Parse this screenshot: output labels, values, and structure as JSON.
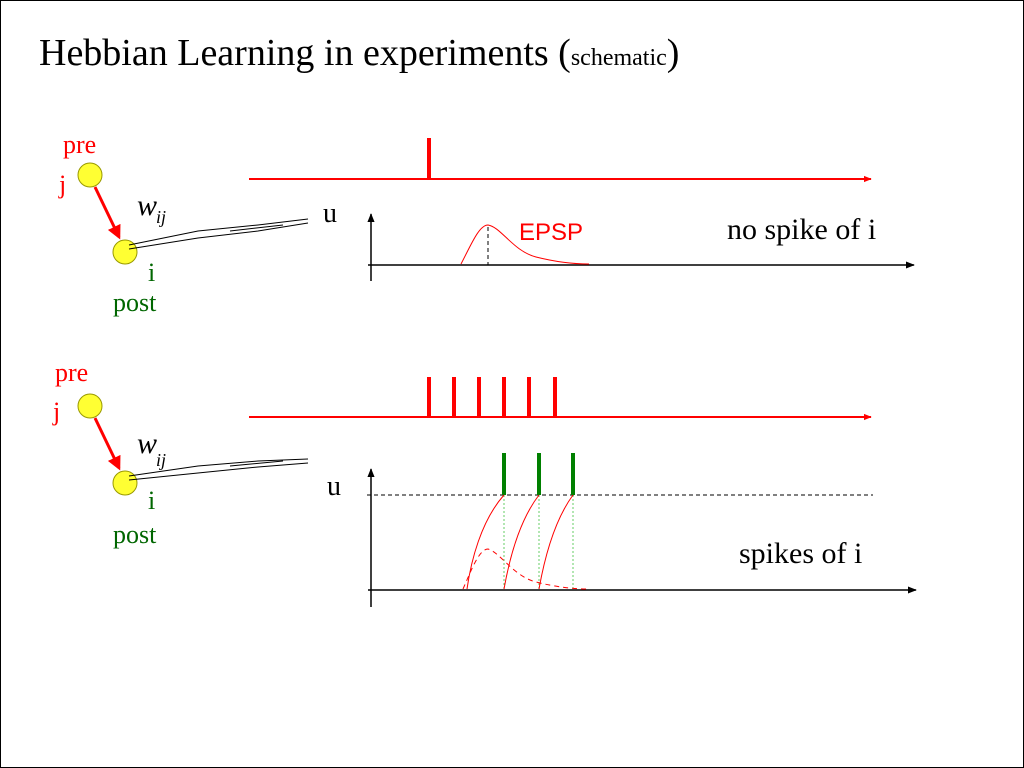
{
  "title": {
    "main": "Hebbian Learning in experiments (",
    "small": "schematic",
    "close": ")"
  },
  "panels": [
    {
      "pre_label": "pre",
      "pre_index": "j",
      "weight_symbol": "w",
      "weight_subscript": "ij",
      "post_index": "i",
      "post_label": "post",
      "axis_label": "u",
      "curve_label": "EPSP",
      "caption": "no spike of i"
    },
    {
      "pre_label": "pre",
      "pre_index": "j",
      "weight_symbol": "w",
      "weight_subscript": "ij",
      "post_index": "i",
      "post_label": "post",
      "axis_label": "u",
      "caption": "spikes of i"
    }
  ],
  "colors": {
    "pre": "#ff0000",
    "post": "#006600",
    "neuron_fill": "#ffff33",
    "spike_pre": "#ff0000",
    "spike_post": "#008000",
    "axis": "#000000"
  }
}
